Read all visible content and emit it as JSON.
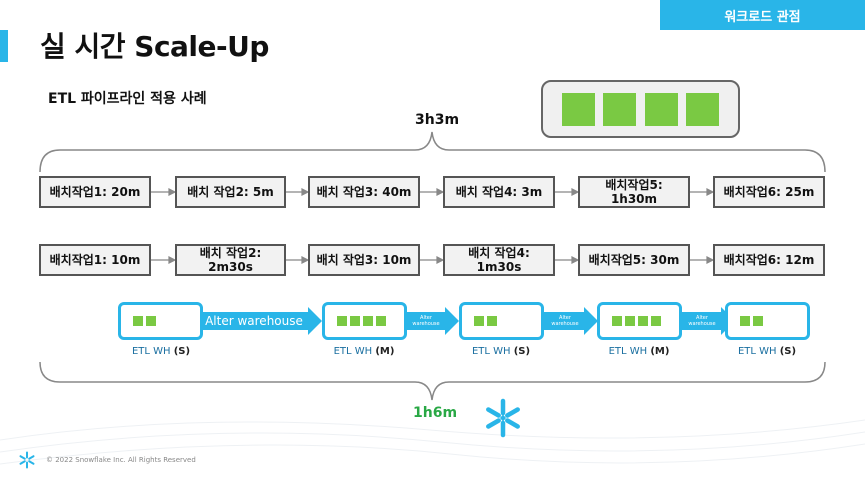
{
  "header": {
    "tag": "워크로드 관점",
    "title": "실 시간 Scale-Up",
    "subtitle": "ETL 파이프라인 적용 사례"
  },
  "durations": {
    "before": "3h3m",
    "after": "1h6m"
  },
  "row1": [
    {
      "label": "배치작업1: 20m"
    },
    {
      "label": "배치 작업2: 5m"
    },
    {
      "label": "배치 작업3: 40m"
    },
    {
      "label": "배치 작업4: 3m"
    },
    {
      "label": "배치작업5:\n1h30m"
    },
    {
      "label": "배치작업6: 25m"
    }
  ],
  "row2": [
    {
      "label": "배치작업1: 10m"
    },
    {
      "label": "배치 작업2:\n2m30s"
    },
    {
      "label": "배치 작업3: 10m"
    },
    {
      "label": "배치 작업4:\n1m30s"
    },
    {
      "label": "배치작업5: 30m"
    },
    {
      "label": "배치작업6: 12m"
    }
  ],
  "warehouses": [
    {
      "name": "ETL WH",
      "size": "(S)",
      "blocks": 2
    },
    {
      "name": "ETL WH",
      "size": "(M)",
      "blocks": 4
    },
    {
      "name": "ETL WH",
      "size": "(S)",
      "blocks": 2
    },
    {
      "name": "ETL WH",
      "size": "(M)",
      "blocks": 4
    },
    {
      "name": "ETL WH",
      "size": "(S)",
      "blocks": 2
    }
  ],
  "arrows": [
    {
      "label": "Alter warehouse"
    },
    {
      "label": "Alter\nwarehouse"
    },
    {
      "label": "Alter\nwarehouse"
    },
    {
      "label": "Alter\nwarehouse"
    }
  ],
  "footer": "© 2022 Snowflake Inc. All Rights Reserved",
  "colors": {
    "accent": "#29b5e8",
    "green": "#7ac943",
    "duration_after": "#29a845"
  },
  "icons": {
    "warehouse": "warehouse-blocks-icon",
    "logo": "snowflake-logo-icon"
  }
}
